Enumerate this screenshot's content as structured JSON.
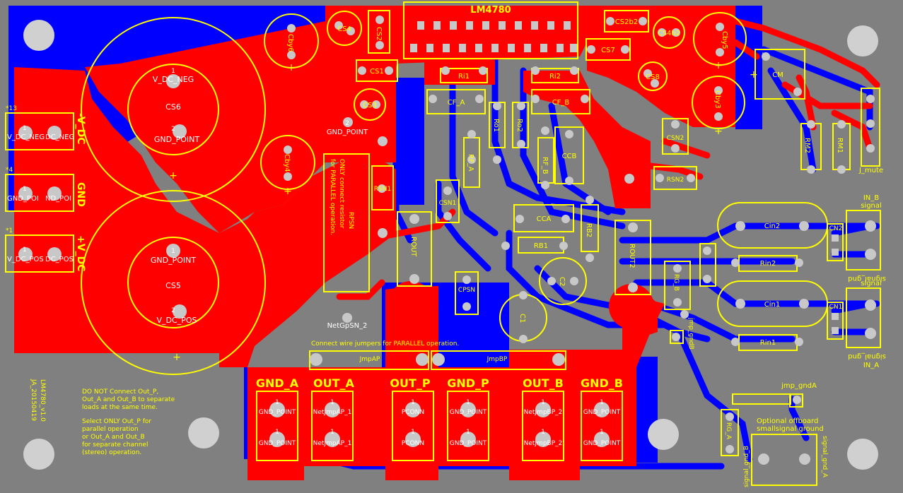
{
  "board": {
    "title": "LM4780",
    "version_label": "LM4780_v1.0",
    "date_label": "JA_20150419",
    "colors": {
      "board": "#808080",
      "top_copper": "#ff0000",
      "bottom_copper": "#0000ff",
      "silkscreen": "#ffff00",
      "pad": "#c8c8c8",
      "pad_text": "#ffffff"
    }
  },
  "notes": {
    "warning": [
      "DO NOT Connect Out_P,",
      "Out_A and Out_B to separate",
      "loads at the same time."
    ],
    "select": [
      "Select ONLY Out_P for",
      "parallel operation",
      "or Out_A and Out_B",
      "for separate channel",
      "(stereo) operation."
    ],
    "jumpers": "Connect wire jumpers for PARALLEL operation.",
    "rpsn_vertical": [
      "RpSN",
      "ONLY connect resistor",
      "for PARALLEL operation."
    ],
    "offboard": [
      "Optional offboard",
      "smallsignal ground"
    ]
  },
  "power": {
    "neg_label": "-V_DC",
    "gnd_label": "GND",
    "pos_label": "+V_DC",
    "neg_net_left": "V_DC_NEG",
    "neg_net_right": "DC_NEG",
    "gnd_net_left": "GND_POI",
    "gnd_net_right": "ND_POI",
    "pos_net_left": "V_DC_POS",
    "pos_net_right": "DC_POS",
    "marker_neg": "*13",
    "marker_gnd": "*4",
    "marker_pos": "*1"
  },
  "caps": {
    "cs6": "CS6",
    "cs5": "CS5",
    "cs6_top_net": "V_DC_NEG",
    "cs6_bot_net": "GND_POINT",
    "cs5_top_net": "GND_POINT",
    "cs5_bot_net": "V_DC_POS",
    "gnd_point": "GND_POINT",
    "net_gpsn": "NetGpSN_2",
    "cby6": "Cby6",
    "cby4": "Cby4",
    "cby5": "Cby5",
    "cby3": "Cby3",
    "cs4": "CS4",
    "cs2": "CS2",
    "cs1": "CS1",
    "cs3": "CS3",
    "cs2b2": "CS2b2",
    "cs4b2": "CS4b2",
    "cs7": "CS7",
    "cs8": "CS8",
    "cm": "CM"
  },
  "parts": {
    "ri1": "Ri1",
    "ri2": "Ri2",
    "cf_a": "CF_A",
    "cf_b": "CF_B",
    "rf_a": "RF_A",
    "rf_b": "RF_B",
    "ro1": "Ro1",
    "ro2": "Ro2",
    "ccb": "CCB",
    "cca": "CCA",
    "rb2": "RB2",
    "rb1": "RB1",
    "c1": "C1",
    "c2": "C2",
    "rsn1": "RSN1",
    "csn1": "CSN1",
    "csn2": "CSN2",
    "rsn2": "RSN2",
    "cpsn": "CPSN",
    "rpsn": "RPSN",
    "rout": "ROUT",
    "rout2": "ROUT2",
    "rg_b": "RG_B",
    "rg_a": "RG_A",
    "rm1": "RM1",
    "rm2": "RM2",
    "j_mute": "J_mute",
    "jmp_gndb": "jmp_gndB",
    "jmp_gnda": "jmp_gndA",
    "jmp_ap": "JmpAP",
    "jmp_bp": "JmpBP"
  },
  "inputs": {
    "in_b": "IN_B",
    "in_a": "IN_A",
    "signal": "signal",
    "signal_gnd": "signal_gnd",
    "cin2": "Cin2",
    "cin1": "Cin1",
    "rin2": "Rin2",
    "rin1": "Rin1",
    "cn2": "CN2",
    "cn1": "CN1",
    "signal_gnd_b": "signal_gnd_B",
    "signal_gnd_a": "signal_gnd_A"
  },
  "outputs": [
    {
      "label": "GND_A",
      "net_top": "GND_POINT",
      "net_bot": "GND_POINT"
    },
    {
      "label": "OUT_A",
      "net_top": "NetJmpAP_1",
      "net_bot": "NetJmpAP_1"
    },
    {
      "label": "OUT_P",
      "net_top": "PCONN",
      "net_bot": "PCONN"
    },
    {
      "label": "GND_P",
      "net_top": "GND_POINT",
      "net_bot": "GND_POINT"
    },
    {
      "label": "OUT_B",
      "net_top": "NetJmpBP_2",
      "net_bot": "NetJmpBP_2"
    },
    {
      "label": "GND_B",
      "net_top": "GND_POINT",
      "net_bot": "GND_POINT"
    }
  ],
  "pin": {
    "one": "1",
    "two": "2"
  }
}
